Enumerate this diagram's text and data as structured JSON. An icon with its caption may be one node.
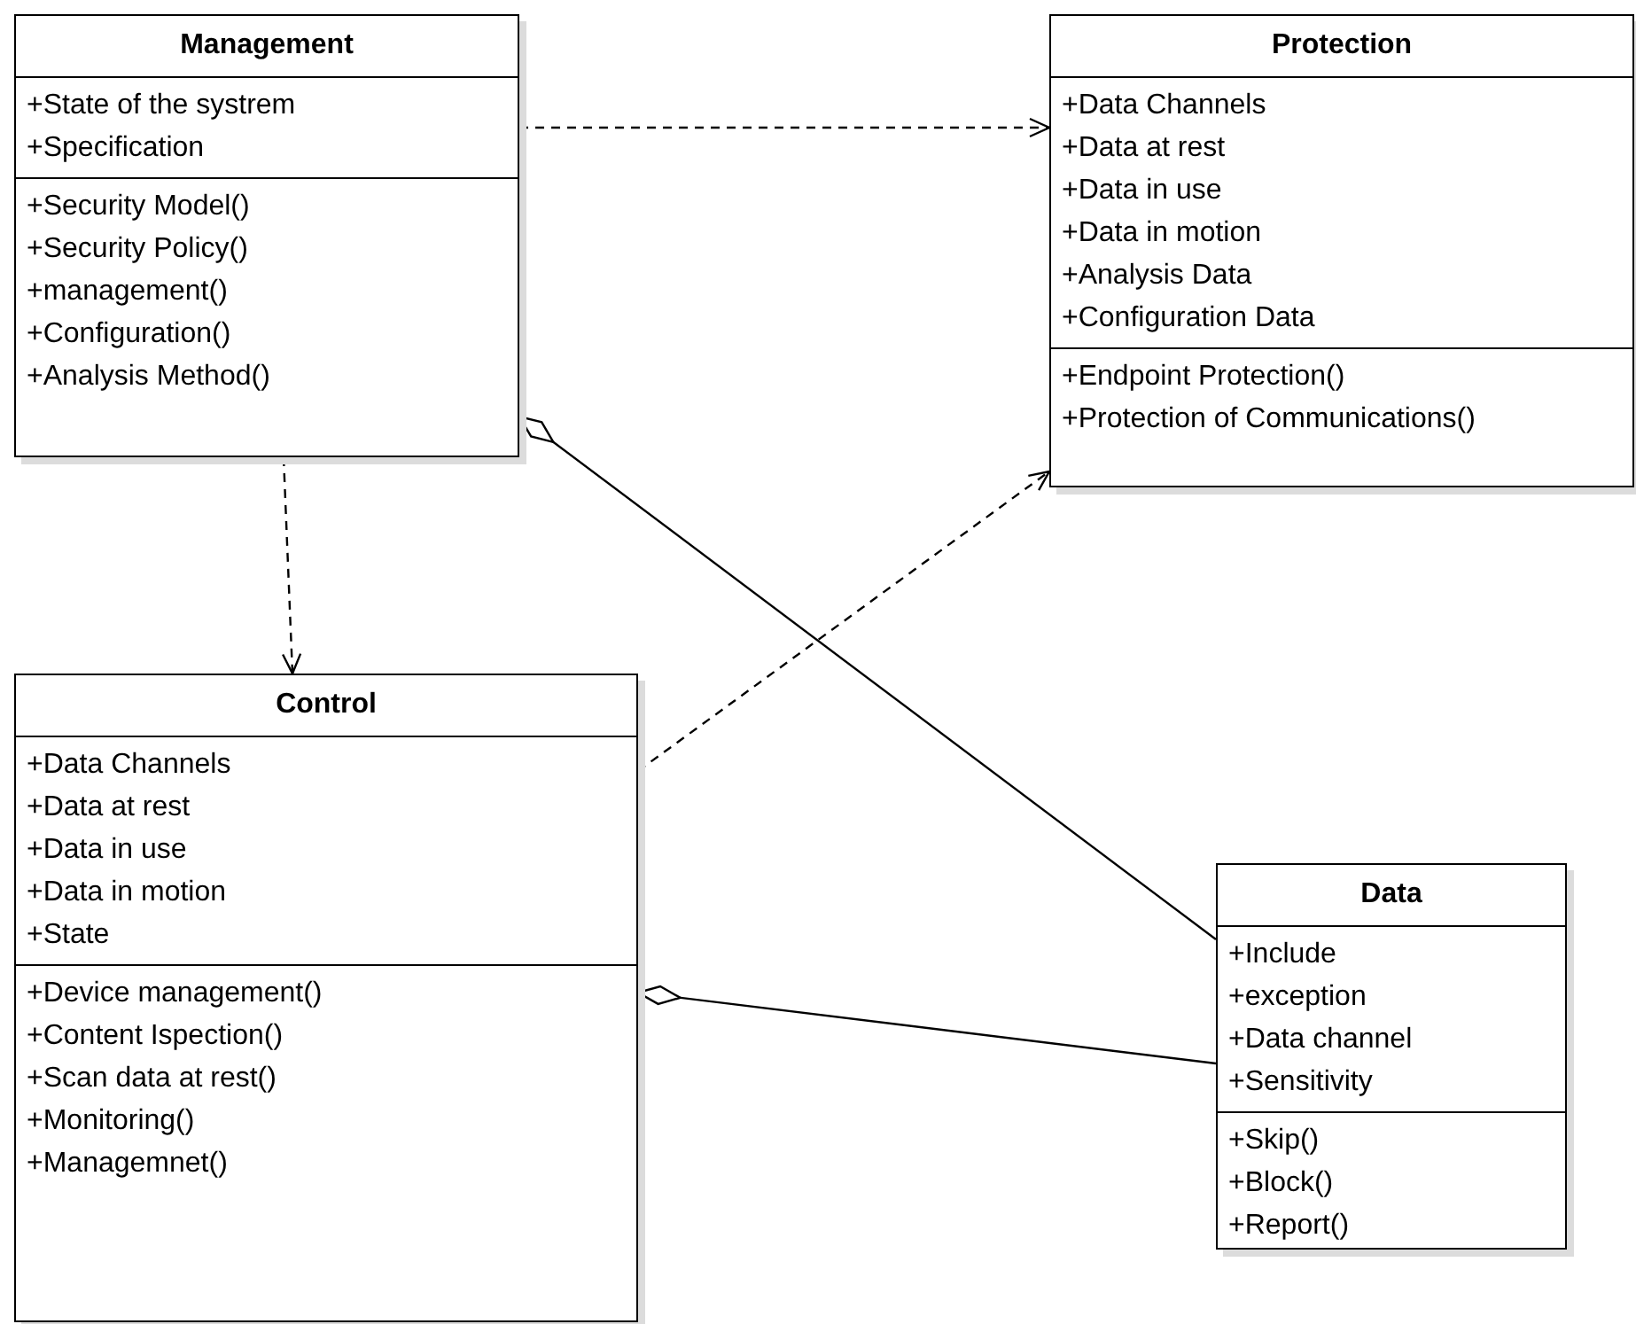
{
  "diagram": {
    "nodes": [
      {
        "text": [
          "Management"
        ]
      },
      {
        "text": [
          "+State of the systrem",
          "+Specification"
        ],
        "in": 0
      },
      {
        "text": [
          "+Security Model()",
          "+Security Policy()",
          "+management()",
          "+Configuration()",
          "+Analysis Method()"
        ],
        "in": 0
      },
      {
        "text": [
          "Protection"
        ]
      },
      {
        "text": [
          "+Data Channels",
          "+Data at rest",
          "+Data in use",
          "+Data in motion",
          "+Analysis Data",
          "+Configuration Data"
        ],
        "in": 3
      },
      {
        "text": [
          "+Endpoint Protection()",
          "+Protection of Communications()"
        ],
        "in": 3
      },
      {
        "text": [
          "Control"
        ]
      },
      {
        "text": [
          "+Data Channels",
          "+Data at rest",
          "+Data in use",
          "+Data in motion",
          "+State"
        ],
        "in": 6
      },
      {
        "text": [
          "+Device management()",
          "+Content Ispection()",
          "+Scan data at rest()",
          "+Monitoring()",
          "+Managemnet()"
        ],
        "in": 6
      },
      {
        "text": [
          "Data"
        ]
      },
      {
        "text": [
          "+Include",
          "+exception",
          "+Data channel",
          "+Sensitivity"
        ],
        "in": 9
      },
      {
        "text": [
          "+Skip()",
          "+Block()",
          "+Report()"
        ],
        "in": 9
      }
    ],
    "edges": [
      {
        "from": 0,
        "to": 3,
        "arrow": "to",
        "style": "dashed"
      },
      {
        "from": 0,
        "to": 6,
        "arrow": "to",
        "style": "dashed"
      },
      {
        "from": 6,
        "to": 3,
        "arrow": "to",
        "style": "dashed"
      },
      {
        "from": 9,
        "to": 0,
        "arrow": "other"
      },
      {
        "from": 9,
        "to": 6,
        "arrow": "other"
      }
    ]
  }
}
